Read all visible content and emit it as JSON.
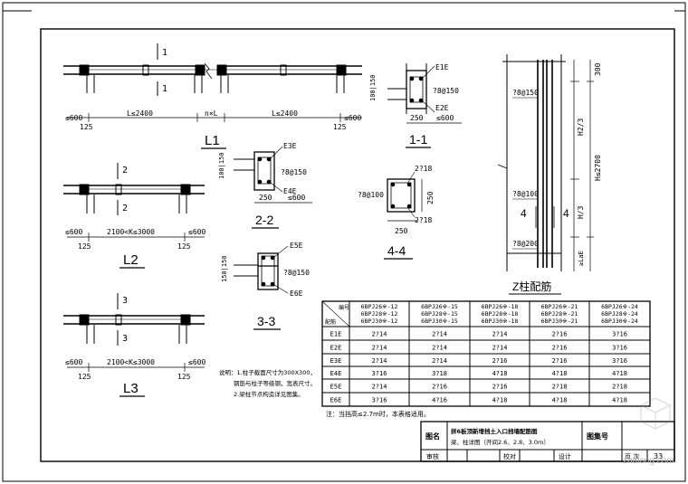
{
  "views": {
    "l1": {
      "section_mark": "1",
      "dims": [
        "≤600",
        "L≤2400",
        "n×L",
        "L≤2400",
        "≤600"
      ],
      "offsets": [
        "125",
        "125"
      ],
      "title": "L1"
    },
    "l2": {
      "section_mark": "2",
      "dims": [
        "≤600",
        "2100<K≤3000",
        "≤600"
      ],
      "offsets": [
        "125",
        "125"
      ],
      "title": "L2"
    },
    "l3": {
      "section_mark": "3",
      "dims": [
        "≤600",
        "2100<K≤3000",
        "≤600"
      ],
      "offsets": [
        "125",
        "125"
      ],
      "title": "L3"
    }
  },
  "sections": {
    "s11": {
      "top": "E1E",
      "bar": "?8@150",
      "bottom": "E2E",
      "height": "100|150",
      "dims": [
        "250",
        "≤600"
      ],
      "title": "1-1"
    },
    "s22": {
      "top": "E3E",
      "bar": "?8@150",
      "bottom": "E4E",
      "height": "100|150",
      "dims": [
        "250",
        "≤600"
      ],
      "title": "2-2"
    },
    "s33": {
      "top": "E5E",
      "bar": "?8@150",
      "bottom": "E6E",
      "height": "150|150",
      "title": "3-3"
    },
    "s44": {
      "top": "2?18",
      "bar": "?8@100",
      "bottom": "2?18",
      "side": "250",
      "width": "250",
      "title": "4-4"
    }
  },
  "column": {
    "top_dim": "300",
    "upper_ratio": "H2/3",
    "total": "H≤2700",
    "lower_ratio": "H/3",
    "base": "≥LaE",
    "spacings": [
      "?8@150",
      "?8@100",
      "?8@200"
    ],
    "section_marks": [
      "4",
      "4"
    ],
    "title": "Z柱配筋"
  },
  "table": {
    "header_corner": [
      "编号",
      "配筋"
    ],
    "columns": [
      [
        "6BPJ26※-12",
        "6BPJ28※-12",
        "6BPJ30※-12"
      ],
      [
        "6BPJ26※-15",
        "6BPJ28※-15",
        "6BPJ30※-15"
      ],
      [
        "6BPJ26※-18",
        "6BPJ28※-18",
        "6BPJ30※-18"
      ],
      [
        "6BPJ26※-21",
        "6BPJ28※-21",
        "6BPJ30※-21"
      ],
      [
        "6BPJ26※-24",
        "6BPJ28※-24",
        "6BPJ30※-24"
      ]
    ],
    "rows": [
      {
        "code": "E1E",
        "values": [
          "2?14",
          "2?14",
          "2?14",
          "2?16",
          "3?16"
        ]
      },
      {
        "code": "E2E",
        "values": [
          "2?14",
          "2?14",
          "2?14",
          "2?16",
          "3?16"
        ]
      },
      {
        "code": "E3E",
        "values": [
          "2?14",
          "2?14",
          "2?16",
          "2?16",
          "3?16"
        ]
      },
      {
        "code": "E4E",
        "values": [
          "3?16",
          "3?18",
          "4?18",
          "4?18",
          "4?18"
        ]
      },
      {
        "code": "E5E",
        "values": [
          "2?14",
          "2?16",
          "2?16",
          "2?18",
          "2?18"
        ]
      },
      {
        "code": "E6E",
        "values": [
          "3?16",
          "4?16",
          "4?18",
          "4?18",
          "4?18"
        ]
      }
    ],
    "note": "注：当挡高≤2.7m时，本表格适用。"
  },
  "notes": {
    "line1": "说明：1.柱子截面尺寸为300X300，",
    "line2": "钢筋与柱子等级钢，宽表尺寸。",
    "line3": "2.梁柱节点构造详见图集。"
  },
  "title_block": {
    "label_name": "图名",
    "name_line1": "拼6板顶新增挡土入口挡墙配筋图",
    "name_line2": "梁、柱详图（开间2.6、2.8、3.0m）",
    "label_sheet": "图集号",
    "sheet_no": "",
    "label_review": "审核",
    "label_check": "校对",
    "label_design": "设计",
    "label_page": "页  次",
    "page_no": "33"
  },
  "watermark": {
    "text": "zhulong.com"
  }
}
